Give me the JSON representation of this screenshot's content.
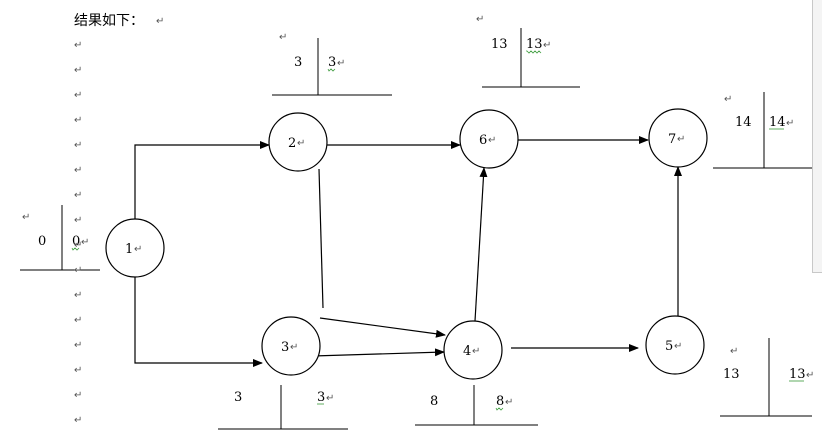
{
  "heading": "结果如下：",
  "paragraph_mark": "↵",
  "nodes": [
    {
      "id": "1",
      "label": "1"
    },
    {
      "id": "2",
      "label": "2"
    },
    {
      "id": "3",
      "label": "3"
    },
    {
      "id": "4",
      "label": "4"
    },
    {
      "id": "5",
      "label": "5"
    },
    {
      "id": "6",
      "label": "6"
    },
    {
      "id": "7",
      "label": "7"
    }
  ],
  "edges": [
    {
      "from": "1",
      "to": "2"
    },
    {
      "from": "1",
      "to": "3"
    },
    {
      "from": "2",
      "to": "6"
    },
    {
      "from": "2",
      "to": "4"
    },
    {
      "from": "3",
      "to": "4"
    },
    {
      "from": "4",
      "to": "6"
    },
    {
      "from": "4",
      "to": "5"
    },
    {
      "from": "5",
      "to": "7"
    },
    {
      "from": "6",
      "to": "7"
    }
  ],
  "time_labels": [
    {
      "node": "1",
      "left": "0",
      "right": "0"
    },
    {
      "node": "2",
      "left": "3",
      "right": "3"
    },
    {
      "node": "3",
      "left": "3",
      "right": "3"
    },
    {
      "node": "4",
      "left": "8",
      "right": "8"
    },
    {
      "node": "5",
      "left": "13",
      "right": "13"
    },
    {
      "node": "6",
      "left": "13",
      "right": "13"
    },
    {
      "node": "7",
      "left": "14",
      "right": "14"
    }
  ],
  "colors": {
    "line": "#000000",
    "spellcheck": "#3a9a3a",
    "background": "#ffffff"
  }
}
